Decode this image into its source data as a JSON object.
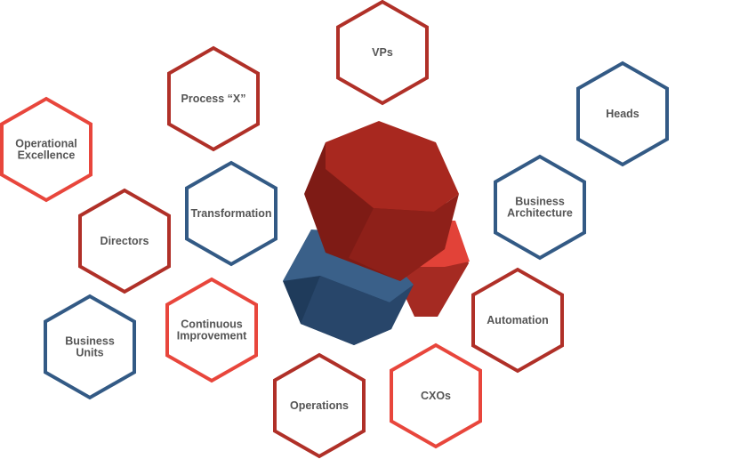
{
  "colors": {
    "dark_red": "#b03028",
    "bright_red": "#e8463c",
    "blue": "#335a85",
    "label": "#555555",
    "cube_red_front": "#a8281f",
    "cube_red_side": "#7e1b15",
    "cube_red_bottom": "#8e2019",
    "cube_blue_top": "#3a6089",
    "cube_blue_side": "#1f3b5b",
    "cube_blue_bottom": "#28466a",
    "cube_small_red": "#e24238",
    "cube_small_red_side": "#a52a22"
  },
  "hexagons": [
    {
      "id": "vps",
      "lines": [
        "VPs"
      ],
      "color": "dark_red"
    },
    {
      "id": "process-x",
      "lines": [
        "Process “X”"
      ],
      "color": "dark_red"
    },
    {
      "id": "heads",
      "lines": [
        "Heads"
      ],
      "color": "blue"
    },
    {
      "id": "operational-excellence",
      "lines": [
        "Operational",
        "Excellence"
      ],
      "color": "bright_red"
    },
    {
      "id": "transformation",
      "lines": [
        "Transformation"
      ],
      "color": "blue"
    },
    {
      "id": "business-architecture",
      "lines": [
        "Business",
        "Architecture"
      ],
      "color": "blue"
    },
    {
      "id": "directors",
      "lines": [
        "Directors"
      ],
      "color": "dark_red"
    },
    {
      "id": "continuous-improvement",
      "lines": [
        "Continuous",
        "Improvement"
      ],
      "color": "bright_red"
    },
    {
      "id": "automation",
      "lines": [
        "Automation"
      ],
      "color": "dark_red"
    },
    {
      "id": "business-units",
      "lines": [
        "Business",
        "Units"
      ],
      "color": "blue"
    },
    {
      "id": "operations",
      "lines": [
        "Operations"
      ],
      "color": "dark_red"
    },
    {
      "id": "cxos",
      "lines": [
        "CXOs"
      ],
      "color": "bright_red"
    }
  ]
}
